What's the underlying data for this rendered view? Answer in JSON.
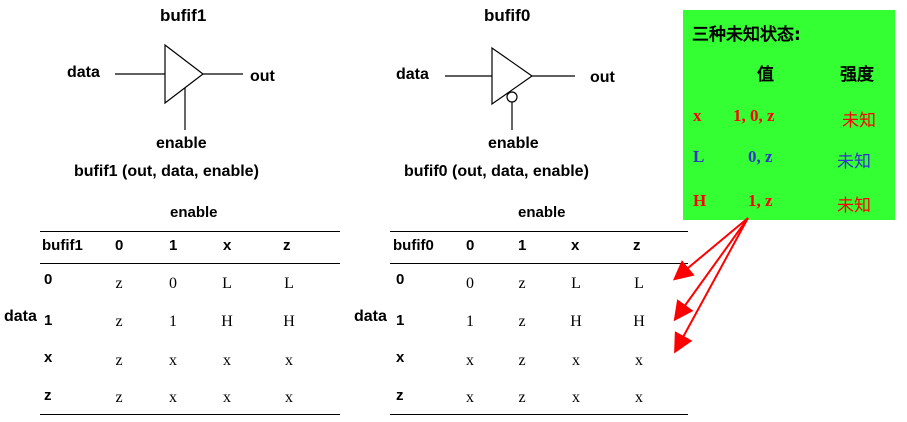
{
  "left": {
    "title": "bufif1",
    "data_label": "data",
    "out_label": "out",
    "enable_label": "enable",
    "caption": "bufif1 (out, data, enable)",
    "table": {
      "enable_header": "enable",
      "corner": "bufif1",
      "columns": [
        "0",
        "1",
        "x",
        "z"
      ],
      "data_side_label": "data",
      "rows": [
        {
          "head": "0",
          "cells": [
            "z",
            "0",
            "L",
            "L"
          ]
        },
        {
          "head": "1",
          "cells": [
            "z",
            "1",
            "H",
            "H"
          ]
        },
        {
          "head": "x",
          "cells": [
            "z",
            "x",
            "x",
            "x"
          ]
        },
        {
          "head": "z",
          "cells": [
            "z",
            "x",
            "x",
            "x"
          ]
        }
      ]
    }
  },
  "right": {
    "title": "bufif0",
    "data_label": "data",
    "out_label": "out",
    "enable_label": "enable",
    "caption": "bufif0 (out, data, enable)",
    "table": {
      "enable_header": "enable",
      "corner": "bufif0",
      "columns": [
        "0",
        "1",
        "x",
        "z"
      ],
      "data_side_label": "data",
      "rows": [
        {
          "head": "0",
          "cells": [
            "0",
            "z",
            "L",
            "L"
          ]
        },
        {
          "head": "1",
          "cells": [
            "1",
            "z",
            "H",
            "H"
          ]
        },
        {
          "head": "x",
          "cells": [
            "x",
            "z",
            "x",
            "x"
          ]
        },
        {
          "head": "z",
          "cells": [
            "x",
            "z",
            "x",
            "x"
          ]
        }
      ]
    }
  },
  "legend": {
    "title": "三种未知状态:",
    "col_value": "值",
    "col_strength": "强度",
    "rows": [
      {
        "sym": "x",
        "value": "1, 0, z",
        "strength": "未知",
        "color": "#ff0000"
      },
      {
        "sym": "L",
        "value": "0, z",
        "strength": "未知",
        "color": "#3333cc"
      },
      {
        "sym": "H",
        "value": "1, z",
        "strength": "未知",
        "color": "#ff0000"
      }
    ],
    "background": "#33ff33"
  },
  "colors": {
    "arrow": "#ff0000"
  }
}
